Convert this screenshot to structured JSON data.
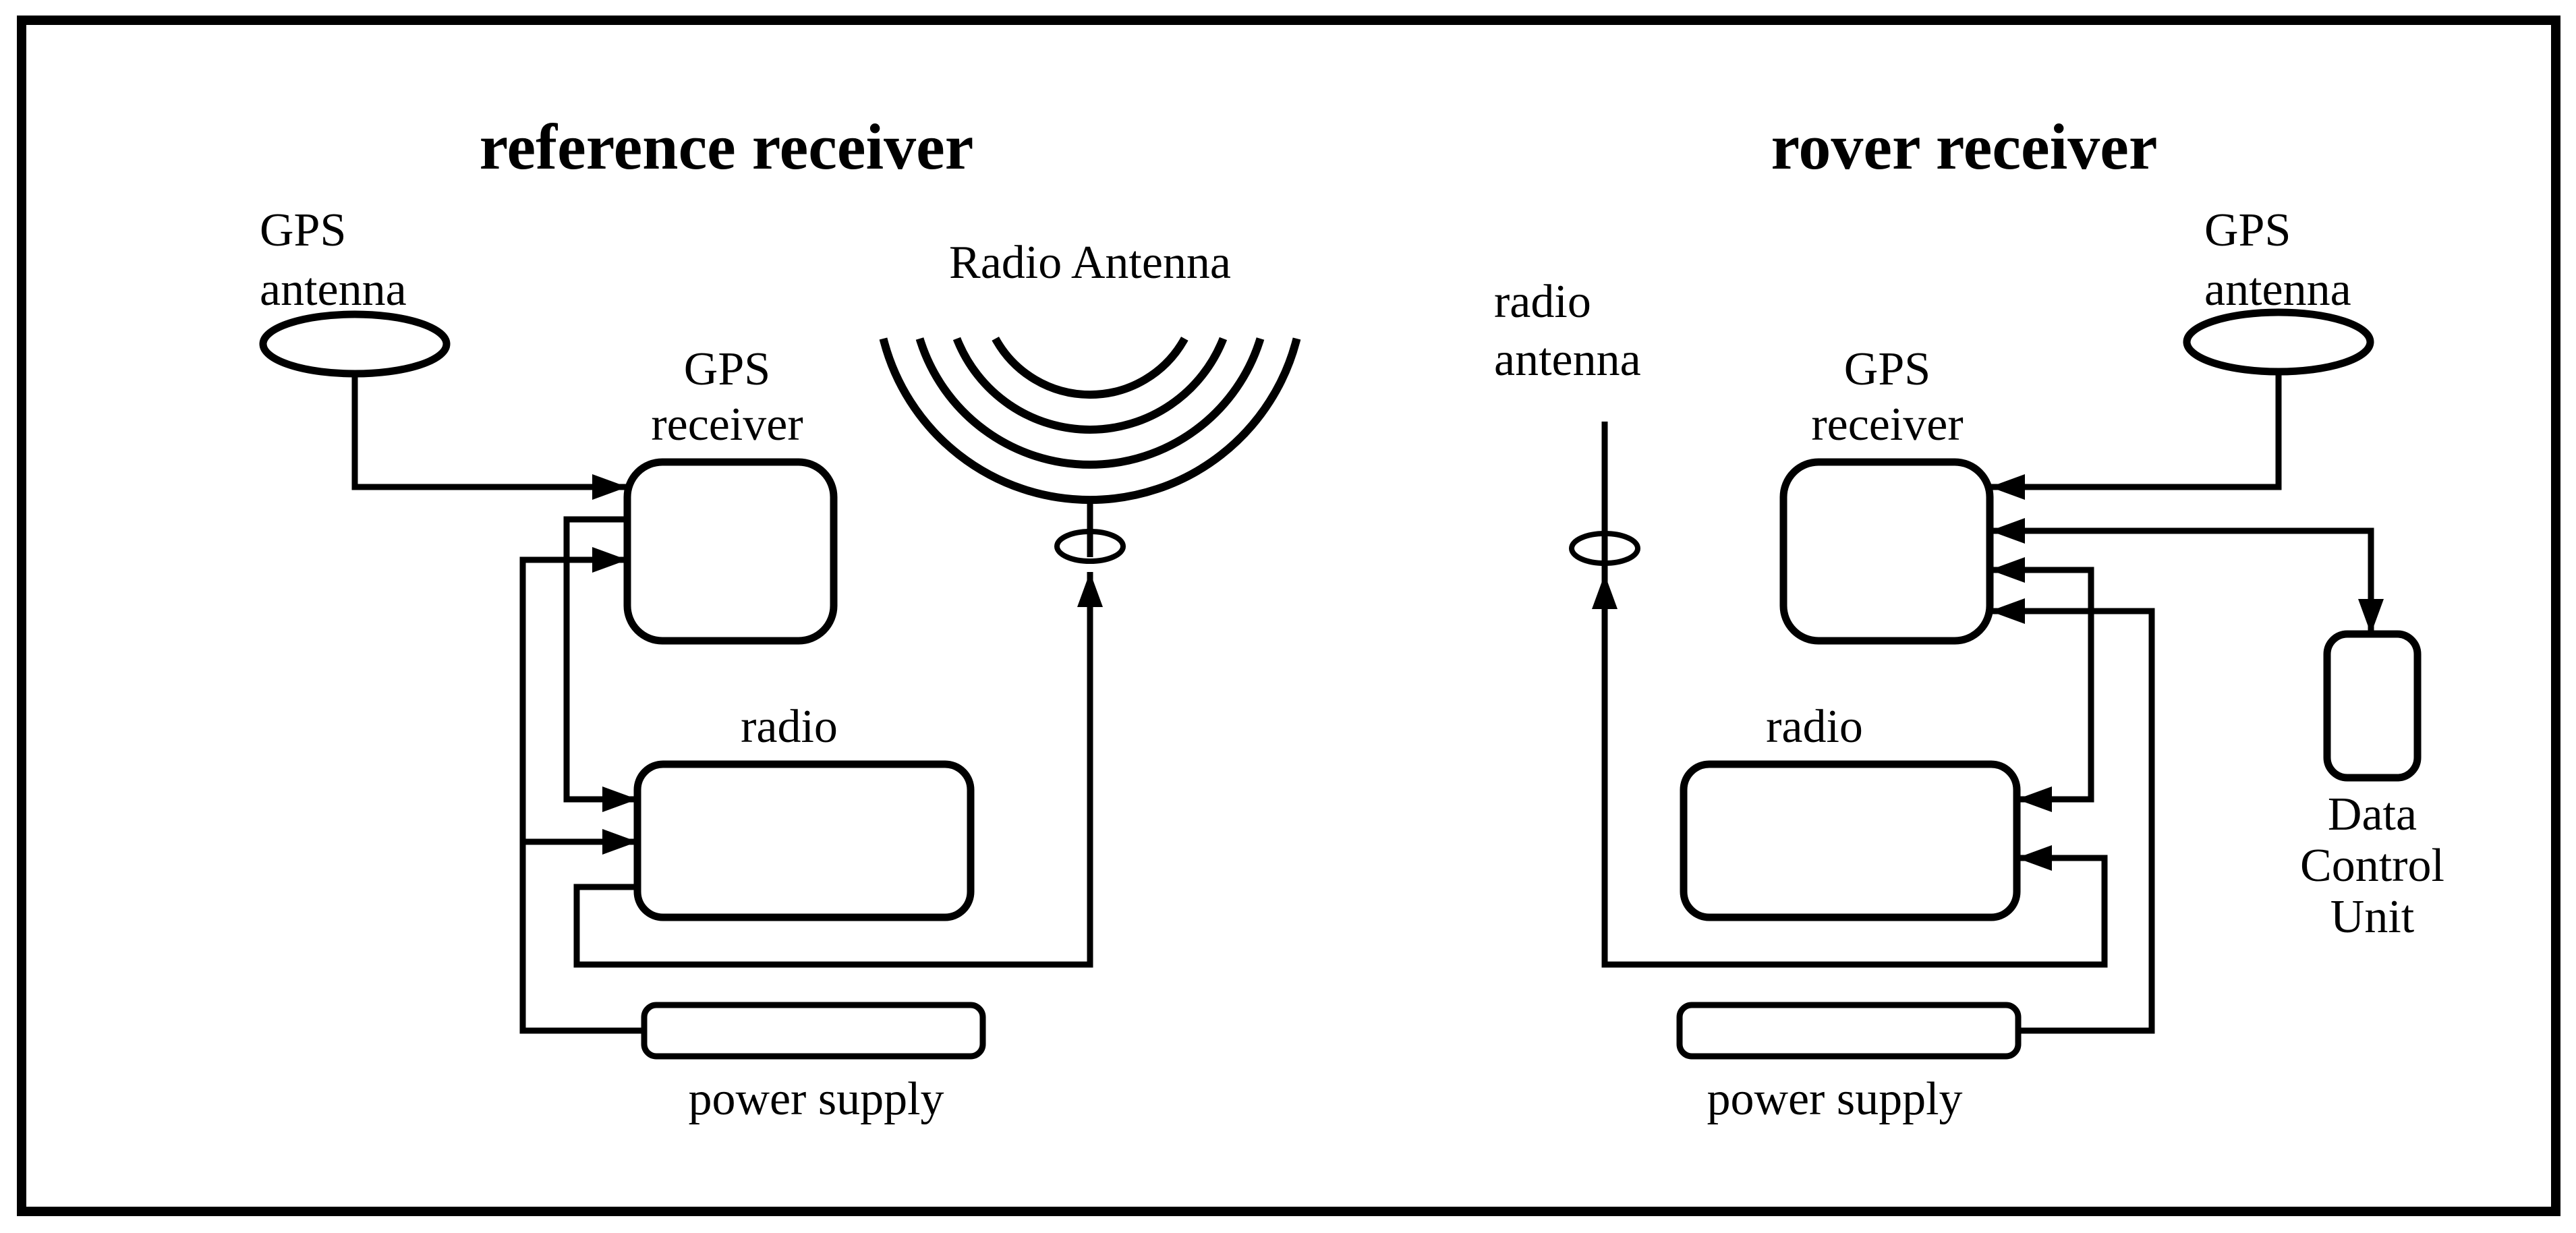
{
  "left": {
    "title": "reference receiver",
    "gps_antenna_line1": "GPS",
    "gps_antenna_line2": "antenna",
    "radio_antenna_title": "Radio Antenna",
    "gps_receiver_line1": "GPS",
    "gps_receiver_line2": "receiver",
    "radio_label": "radio",
    "power_supply_label": "power supply"
  },
  "right": {
    "title": "rover receiver",
    "radio_antenna_line1": "radio",
    "radio_antenna_line2": "antenna",
    "gps_antenna_line1": "GPS",
    "gps_antenna_line2": "antenna",
    "gps_receiver_line1": "GPS",
    "gps_receiver_line2": "receiver",
    "radio_label": "radio",
    "data_control_unit_line1": "Data",
    "data_control_unit_line2": "Control",
    "data_control_unit_line3": "Unit",
    "power_supply_label": "power supply"
  },
  "colors": {
    "ink": "#000000",
    "background": "#ffffff"
  }
}
